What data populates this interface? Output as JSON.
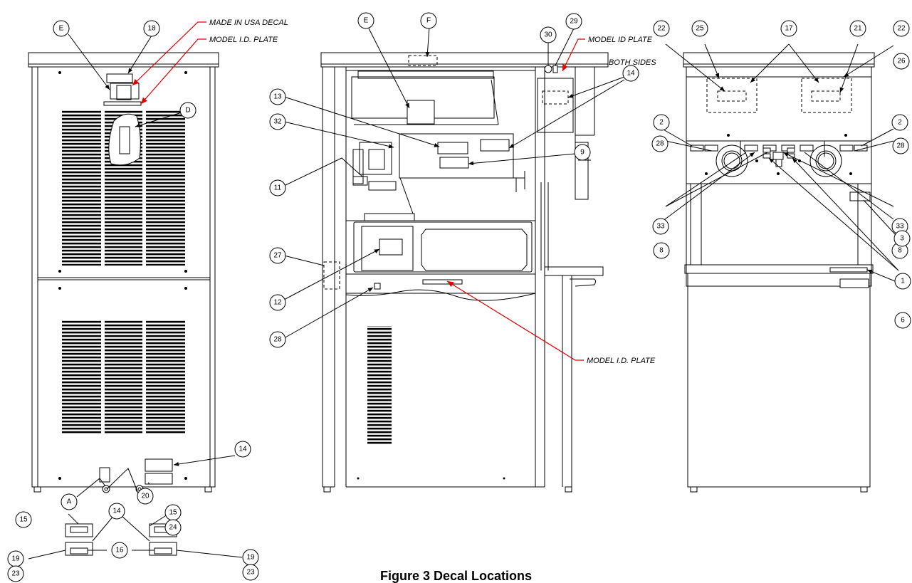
{
  "figure": {
    "caption": "Figure 3  Decal Locations"
  },
  "notes": {
    "made_in_usa": "MADE IN USA DECAL",
    "model_id_plate_left": "MODEL I.D. PLATE",
    "model_id_plate_top": "MODEL ID PLATE",
    "both_sides": "BOTH SIDES",
    "model_id_plate_bottom": "MODEL I.D. PLATE"
  },
  "callouts": {
    "left": {
      "E": "E",
      "n18": "18",
      "D": "D",
      "n14": "14",
      "A": "A",
      "n20": "20"
    },
    "details": {
      "n15a": "15",
      "n14a": "14",
      "n15b": "15",
      "n24": "24",
      "n19a": "19",
      "n23a": "23",
      "n16": "16",
      "n19b": "19",
      "n23b": "23"
    },
    "middle": {
      "E": "E",
      "F": "F",
      "n30": "30",
      "n29": "29",
      "n14": "14",
      "n13": "13",
      "n32": "32",
      "n9": "9",
      "n11": "11",
      "n27": "27",
      "n12": "12",
      "n28": "28"
    },
    "right": {
      "n22a": "22",
      "n25": "25",
      "n17": "17",
      "n21": "21",
      "n22b": "22",
      "n26": "26",
      "n2a": "2",
      "n28a": "28",
      "n2b": "2",
      "n28b": "28",
      "n33a": "33",
      "n33b": "33",
      "n8a": "8",
      "n8b": "8",
      "n3": "3",
      "n1": "1",
      "n6": "6"
    }
  },
  "colors": {
    "leader_red": "#e00000",
    "line": "#000000"
  }
}
